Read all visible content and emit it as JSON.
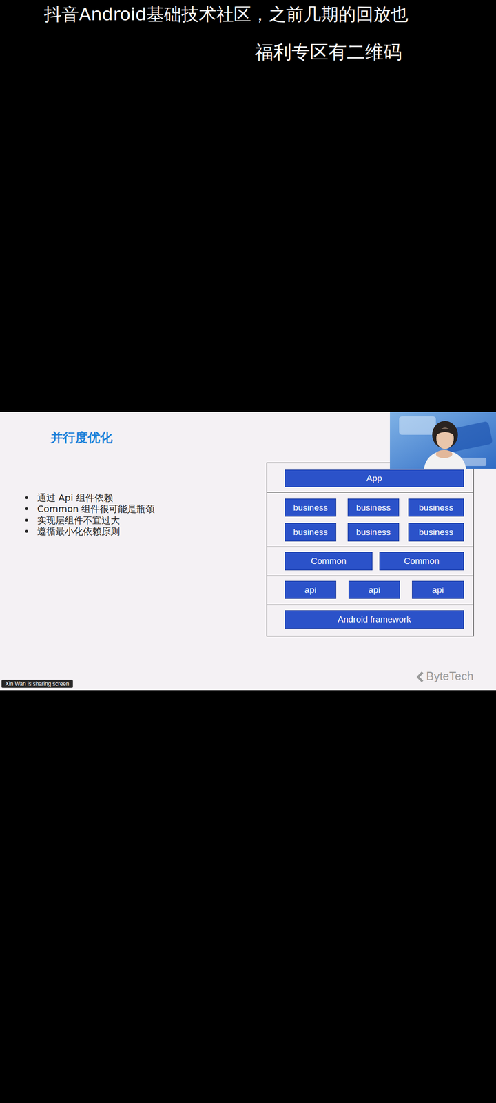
{
  "diagram": {
    "title": "并行度优化",
    "nodes": [
      {
        "text": [
          "App"
        ]
      },
      {
        "text": [
          "business"
        ]
      },
      {
        "text": [
          "business"
        ]
      },
      {
        "text": [
          "business"
        ]
      },
      {
        "text": [
          "business"
        ]
      },
      {
        "text": [
          "business"
        ]
      },
      {
        "text": [
          "business"
        ]
      },
      {
        "text": [
          "Common"
        ]
      },
      {
        "text": [
          "Common"
        ]
      },
      {
        "text": [
          "api"
        ]
      },
      {
        "text": [
          "api"
        ]
      },
      {
        "text": [
          "api"
        ]
      },
      {
        "text": [
          "Android framework"
        ]
      },
      {
        "text": [
          "Xin Wan is sharing screen"
        ]
      }
    ],
    "labels": [
      "抖音Android基础技术社区，之前几期的回放也",
      "福利专区有二维码",
      "通过 Api 组件依赖",
      "Common 组件很可能是瓶颈",
      "实现层组件不宜过大",
      "遵循最小化依赖原则",
      "ByteTech"
    ]
  }
}
